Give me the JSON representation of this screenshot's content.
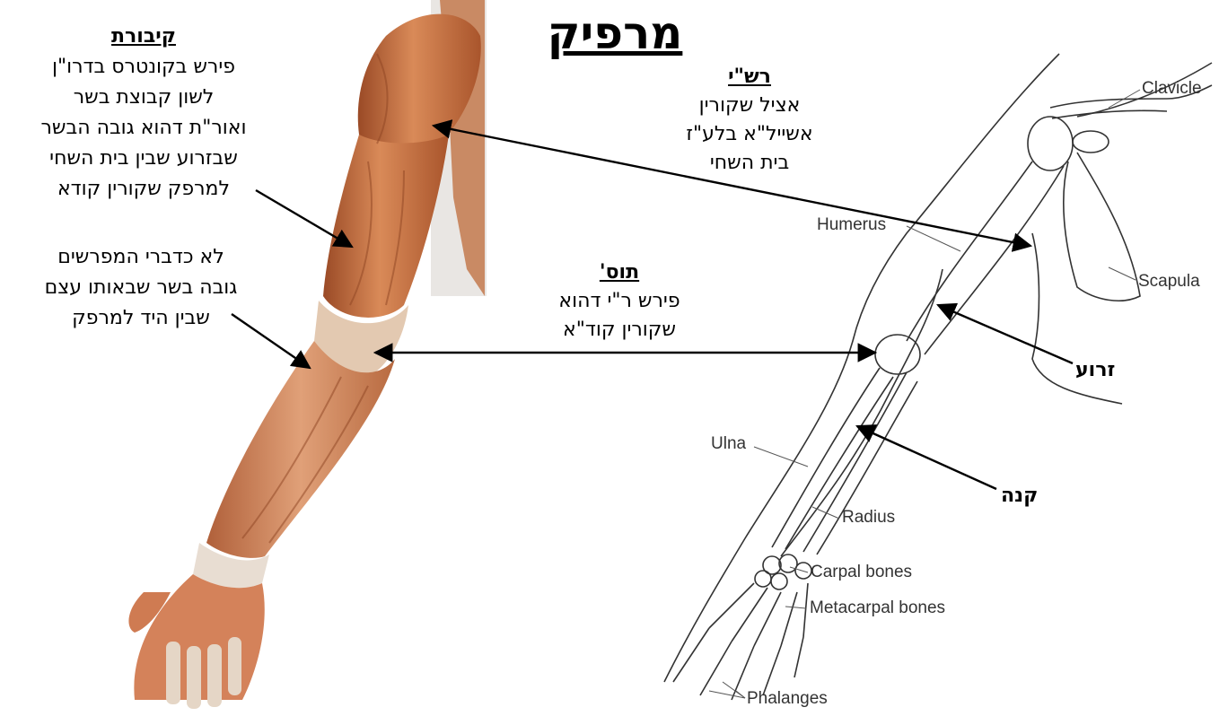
{
  "title": "מרפיק",
  "kiburet": {
    "heading": "קיבורת",
    "lines": [
      "פירש בקונטרס בדרו\"ן",
      "לשון קבוצת בשר",
      "ואור\"ת דהוא גובה הבשר",
      "שבזרוע שבין בית השחי",
      "למרפק שקורין קודא"
    ]
  },
  "lo_kedivrei": {
    "lines": [
      "לא כדברי המפרשים",
      "גובה בשר שבאותו עצם",
      "שבין היד למרפק"
    ]
  },
  "rashi": {
    "heading": "רש\"י",
    "lines": [
      "אציל שקורין",
      "אשייל\"א בלע\"ז",
      "בית השחי"
    ]
  },
  "tosfot": {
    "heading": "תוס'",
    "lines": [
      "פירש ר\"י דהוא",
      "שקורין קוד\"א"
    ]
  },
  "hebrew_labels": {
    "zroa": "זרוע",
    "kane": "קנה"
  },
  "bone_labels": {
    "clavicle": "Clavicle",
    "humerus": "Humerus",
    "scapula": "Scapula",
    "ulna": "Ulna",
    "radius": "Radius",
    "carpal": "Carpal bones",
    "metacarpal": "Metacarpal bones",
    "phalanges": "Phalanges"
  },
  "colors": {
    "muscle": "#c8703f",
    "muscle_dark": "#8e4322",
    "tendon": "#e8d8c8",
    "bone_line": "#333333",
    "arrow": "#000000"
  }
}
